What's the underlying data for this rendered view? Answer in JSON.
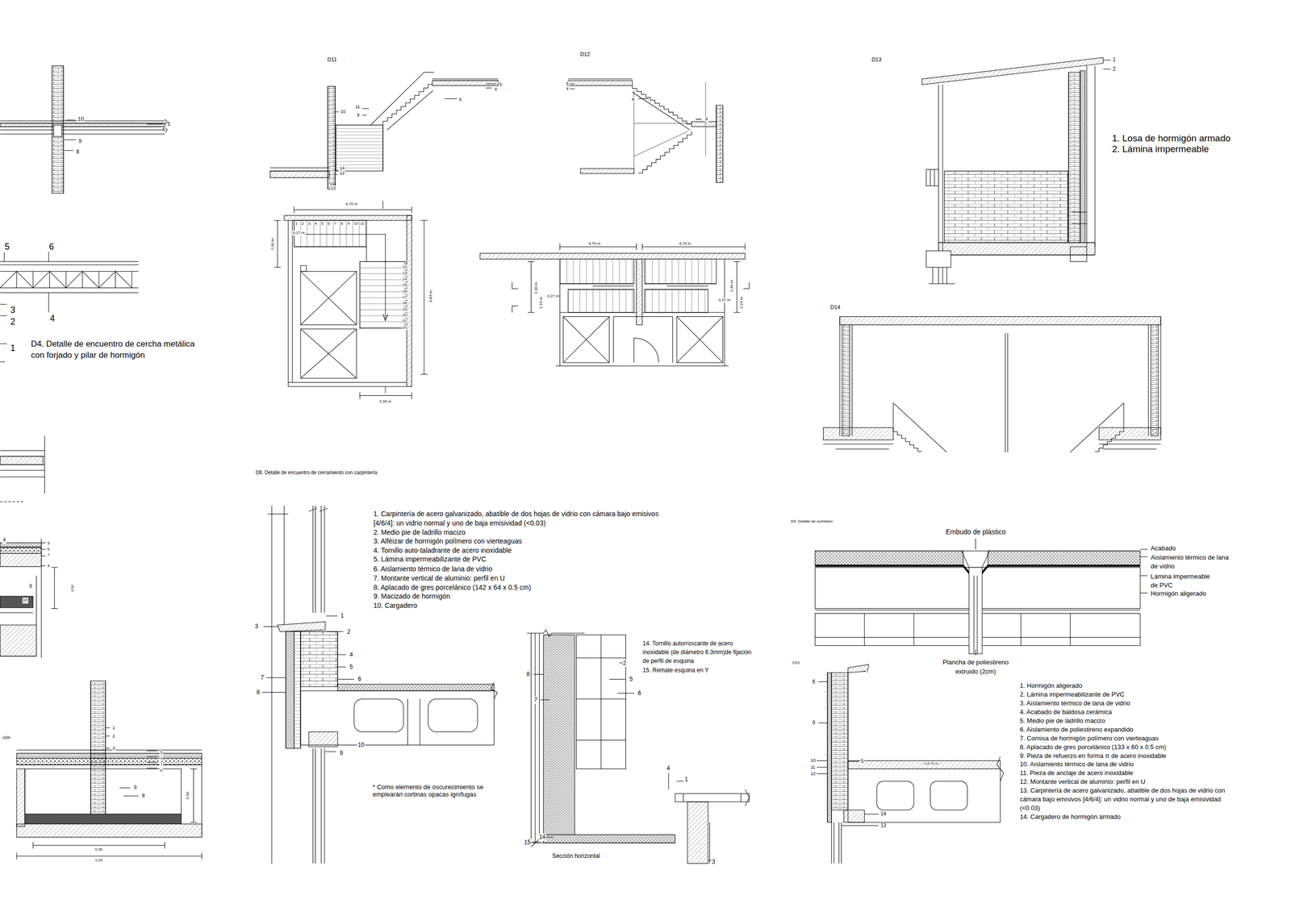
{
  "diagram": {
    "labels": [
      "10",
      "5",
      "4",
      "9",
      "8",
      "5",
      "6",
      "3",
      "2",
      "4",
      "1",
      "D4. Detalle de encuentro de cercha metálica con forjado y pilar de hormigón",
      "D11",
      "10",
      "11",
      "8",
      "5",
      "4",
      "6",
      "14",
      "12",
      "13",
      "D12",
      "5",
      "4",
      "8",
      "9",
      "D13",
      "1",
      "2",
      "1. Losa de hormigón armado",
      "2. Lámina impermeable",
      "D14",
      "4,70 m",
      "0,27 m",
      "2,00 m",
      "4,83 m",
      "2,00 m",
      "1",
      "2",
      "3",
      "4",
      "5",
      "6",
      "7",
      "8",
      "9",
      "10",
      "11",
      "12",
      "13",
      "14",
      "15",
      "16",
      "17",
      "18",
      "19",
      "20",
      "21",
      "22",
      "4,70 m",
      "4,70 m",
      "2,30 m",
      "2,15 m",
      "0,27 m",
      "0,27 m",
      "2,30 m",
      "2,15 m",
      "D8. Detalle de encuentro de cerramiento con carpintería",
      "1. Carpintería de acero galvanizado, abatible de dos hojas de vidrio con cámara bajo emisivos [4/6/4]: un vidrio normal y uno de baja emisividad (<0.03)",
      "2. Medio pie de ladrillo macizo",
      "3. Alféizar de hormigón polímero con vierteaguas",
      "4. Tornillo auto-taladrante de acero inoxidable",
      "5. Lámina impermeabilizante de PVC",
      "6. Aislamiento térmico de lana de vidrio",
      "7. Montante vertical de aluminio: perfil en U",
      "8. Aplacado de gres porcelánico (142 x 64 x 0.5 cm)",
      "9. Macizado de hormigón",
      "10. Cargadero",
      "1",
      "2",
      "3",
      "4",
      "5",
      "6",
      "7",
      "8",
      "9",
      "10",
      "* Como elemento de oscurecimiento se emplearán cortinas opacas ignífugas",
      "14. Tornillo autorroscante de acero inoxidable (de diámetro 6.3mm)de fijación de perfil de esquina",
      "15. Remate esquina en Y",
      "2",
      "8",
      "5",
      "7",
      "6",
      "4",
      "1",
      "14",
      "15",
      "3",
      "Sección horizontal",
      "D9. Detalle de sumidero",
      "Embudo de plástico",
      "Acabado",
      "Aislamiento térmico de lana de vidrio",
      "Lámina impermeable de PVC",
      "Hormigón aligerado",
      "Plancha de poliestireno extruido (2cm)",
      "D10",
      "7",
      "8",
      "9",
      "10",
      "11",
      "12",
      "5",
      "+14.70 m",
      "14",
      "13",
      "1. Hormigón aligerado",
      "2. Lámina impermeabilizante de PVC",
      "3. Aislamiento térmico de lana de vidrio",
      "4. Acabado de baldosa cerámica",
      "5. Medio pie de ladrillo macizo",
      "6. Aislamiento de poliestireno expandido",
      "7. Cornisa de hormigón polímero con vierteaguas",
      "8. Aplacado de gres porcelánico (133 x 60 x 0.5 cm)",
      "9. Pieza de refuerzo en forma π de acero inoxidable",
      "10. Aislamiento térmico de lana de vidrio",
      "11. Pieza de anclaje de acero inoxidable",
      "12. Montante vertical de aluminio: perfil en U",
      "13. Carpintería de acero galvanizado, abatible de dos hojas de vidrio con cámara bajo emisivos [4/6/4]: un vidrio normal y uno de baja emisividad (<0.03)",
      "14. Cargadero de hormigón armado",
      "4",
      "5",
      "6",
      "7",
      "8",
      "9",
      "10",
      "0.50",
      "ción",
      "1",
      "2",
      "3",
      "5",
      "4",
      "7",
      "6",
      "9",
      "8",
      "0.50",
      "0.30",
      "1.20"
    ]
  }
}
